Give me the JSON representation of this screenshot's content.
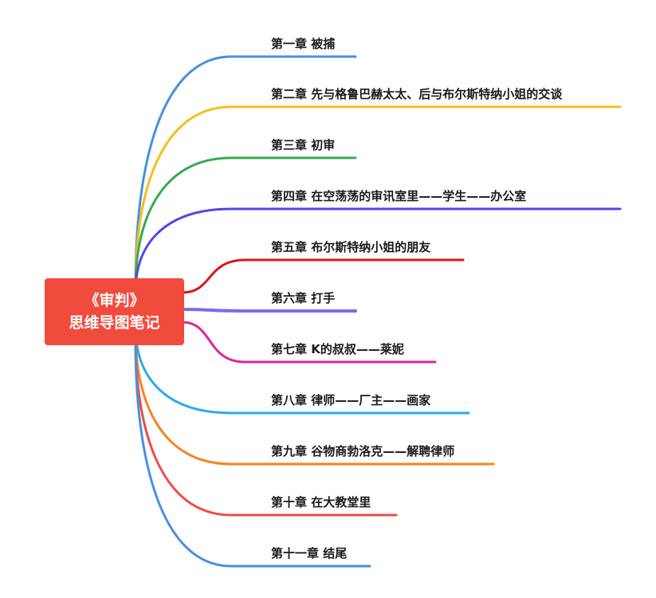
{
  "root": {
    "title": "《审判》",
    "subtitle": "思维导图笔记",
    "color": "#f04b3d"
  },
  "branches": [
    {
      "label": "第一章 被捕",
      "color": "#4a8fe0"
    },
    {
      "label": "第二章 先与格鲁巴赫太太、后与布尔斯特纳小姐的交谈",
      "color": "#f2c01e"
    },
    {
      "label": "第三章 初审",
      "color": "#3aa856"
    },
    {
      "label": "第四章 在空荡荡的审讯室里——学生——办公室",
      "color": "#5047e6"
    },
    {
      "label": "第五章 布尔斯特纳小姐的朋友",
      "color": "#d91818"
    },
    {
      "label": "第六章 打手",
      "color": "#7b6be8"
    },
    {
      "label": "第七章 K的叔叔——莱妮",
      "color": "#e0259a"
    },
    {
      "label": "第八章 律师——厂主——画家",
      "color": "#2aa9ec"
    },
    {
      "label": "第九章 谷物商勃洛克——解聘律师",
      "color": "#f4841f"
    },
    {
      "label": "第十章 在大教堂里",
      "color": "#ee4c45"
    },
    {
      "label": "第十一章 结尾",
      "color": "#4a8fe0"
    }
  ]
}
